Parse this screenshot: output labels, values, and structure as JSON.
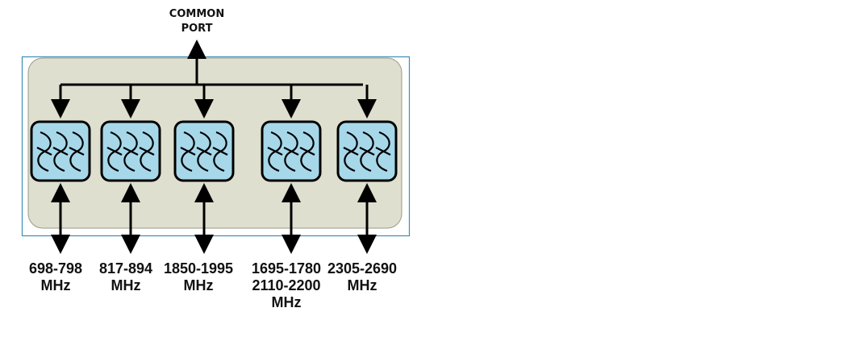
{
  "diagram": {
    "common_port": {
      "line1": "COMMON",
      "line2": "PORT"
    },
    "filters": [
      {
        "lines": [
          "698-798",
          "MHz"
        ]
      },
      {
        "lines": [
          "817-894",
          "MHz"
        ]
      },
      {
        "lines": [
          "1850-1995",
          "MHz"
        ]
      },
      {
        "lines": [
          "1695-1780",
          "2110-2200",
          "MHz"
        ]
      },
      {
        "lines": [
          "2305-2690",
          "MHz"
        ]
      }
    ],
    "colors": {
      "outer_border": "#3a8fb7",
      "housing_fill": "#dfdfcf",
      "filter_fill": "#a6d8ea",
      "line": "#000000"
    }
  }
}
